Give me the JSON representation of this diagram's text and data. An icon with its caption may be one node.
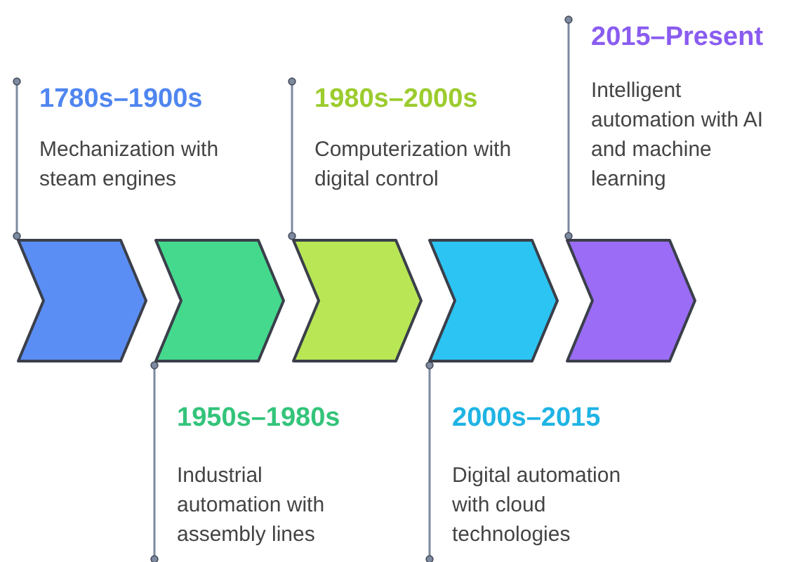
{
  "diagram": {
    "nodes": [
      {
        "text": [
          "1780s–1900s",
          "Mechanization with steam engines"
        ]
      },
      {
        "text": [
          "1950s–1980s",
          "Industrial automation with assembly lines"
        ]
      },
      {
        "text": [
          "1980s–2000s",
          "Computerization with digital control"
        ]
      },
      {
        "text": [
          "2000s–2015",
          "Digital automation with cloud technologies"
        ]
      },
      {
        "text": [
          "2015–Present",
          "Intelligent automation with AI and machine learning"
        ]
      },
      {
        "text": [],
        "shape": "chevron"
      },
      {
        "text": [],
        "shape": "chevron"
      },
      {
        "text": [],
        "shape": "chevron"
      },
      {
        "text": [],
        "shape": "chevron"
      },
      {
        "text": [],
        "shape": "chevron"
      }
    ],
    "edges": [
      {
        "from": 0,
        "to": 5,
        "arrow": "other"
      },
      {
        "from": 1,
        "to": 6,
        "arrow": "other"
      },
      {
        "from": 2,
        "to": 7,
        "arrow": "other"
      },
      {
        "from": 3,
        "to": 8,
        "arrow": "other"
      },
      {
        "from": 4,
        "to": 9,
        "arrow": "other"
      }
    ]
  }
}
